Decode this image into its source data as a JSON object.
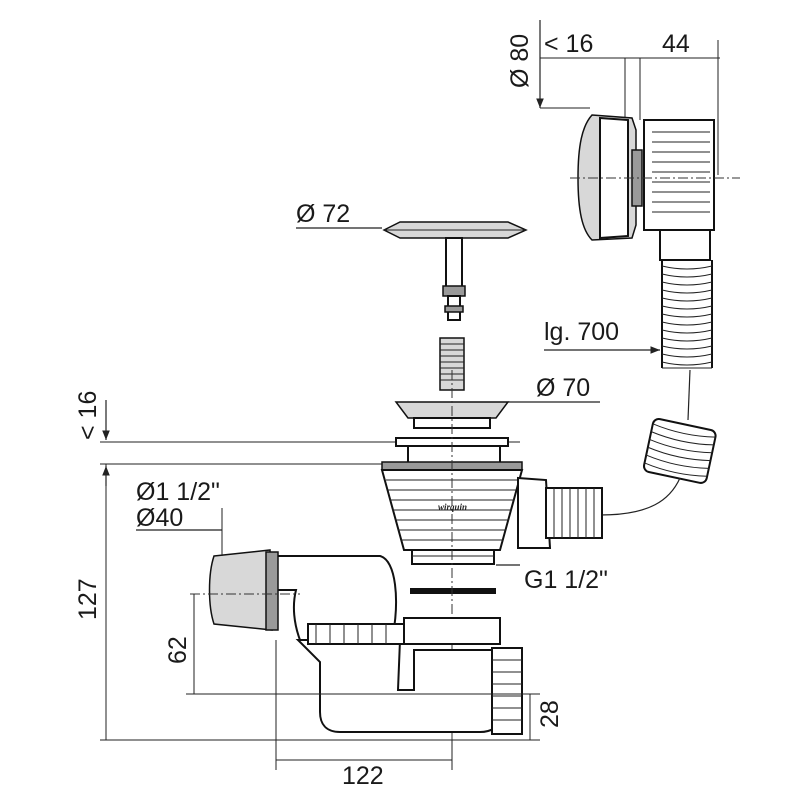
{
  "dimensions": {
    "overflow_diameter": "Ø 80",
    "overflow_gap": "< 16",
    "overflow_depth": "44",
    "plug_diameter": "Ø 72",
    "hose_length": "lg. 700",
    "flange_diameter": "Ø 70",
    "tub_thickness": "< 16",
    "outlet_thread_inch": "Ø1 1/2\"",
    "outlet_diameter": "Ø40",
    "total_height": "127",
    "outlet_height": "62",
    "waste_thread": "G1 1/2\"",
    "bottom_height": "28",
    "horizontal_offset": "122"
  },
  "brand_mark": "wirquin"
}
